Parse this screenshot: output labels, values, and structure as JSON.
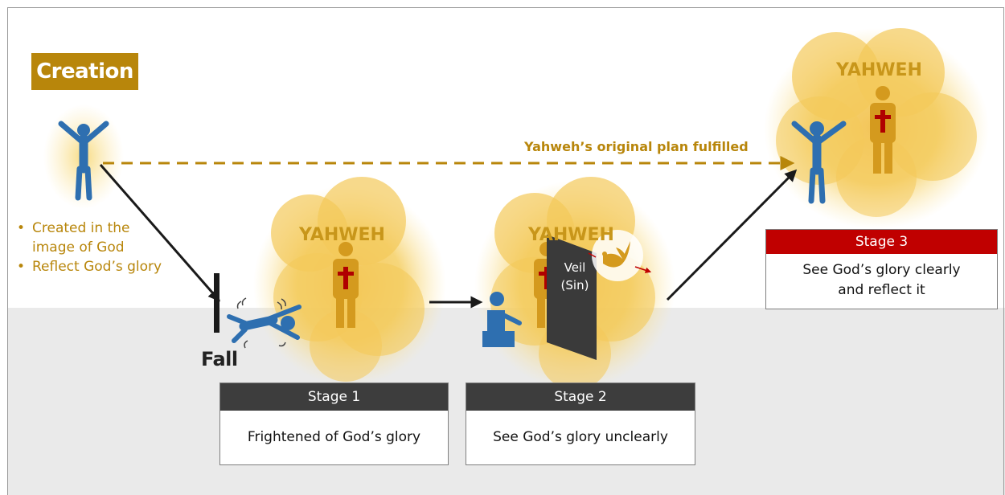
{
  "creation": {
    "badge": "Creation",
    "attributes": [
      "Created in the",
      "image of God",
      "Reflect God’s glory"
    ]
  },
  "fall": {
    "label": "Fall"
  },
  "plan": {
    "label": "Yahweh’s original plan fulfilled"
  },
  "god": {
    "name": "YAHWEH"
  },
  "veil": {
    "line1": "Veil",
    "line2": "(Sin)"
  },
  "stages": [
    {
      "title": "Stage 1",
      "description": "Frightened of God’s glory"
    },
    {
      "title": "Stage 2",
      "description": "See God’s glory unclearly"
    },
    {
      "title": "Stage 3",
      "description": "See God’s glory clearly and reflect it"
    }
  ],
  "colors": {
    "gold": "#b8860b",
    "human_blue": "#2e6fb0",
    "god_gold": "#d49a1e",
    "cross_red": "#b00000",
    "stage_header_dark": "#3d3d3d",
    "stage_header_red": "#c00000",
    "glory_glow": "#f5d060"
  },
  "icons": [
    "human-figure-icon",
    "god-figure-icon",
    "cross-icon",
    "dove-icon",
    "veil-icon",
    "cloud-icon"
  ]
}
